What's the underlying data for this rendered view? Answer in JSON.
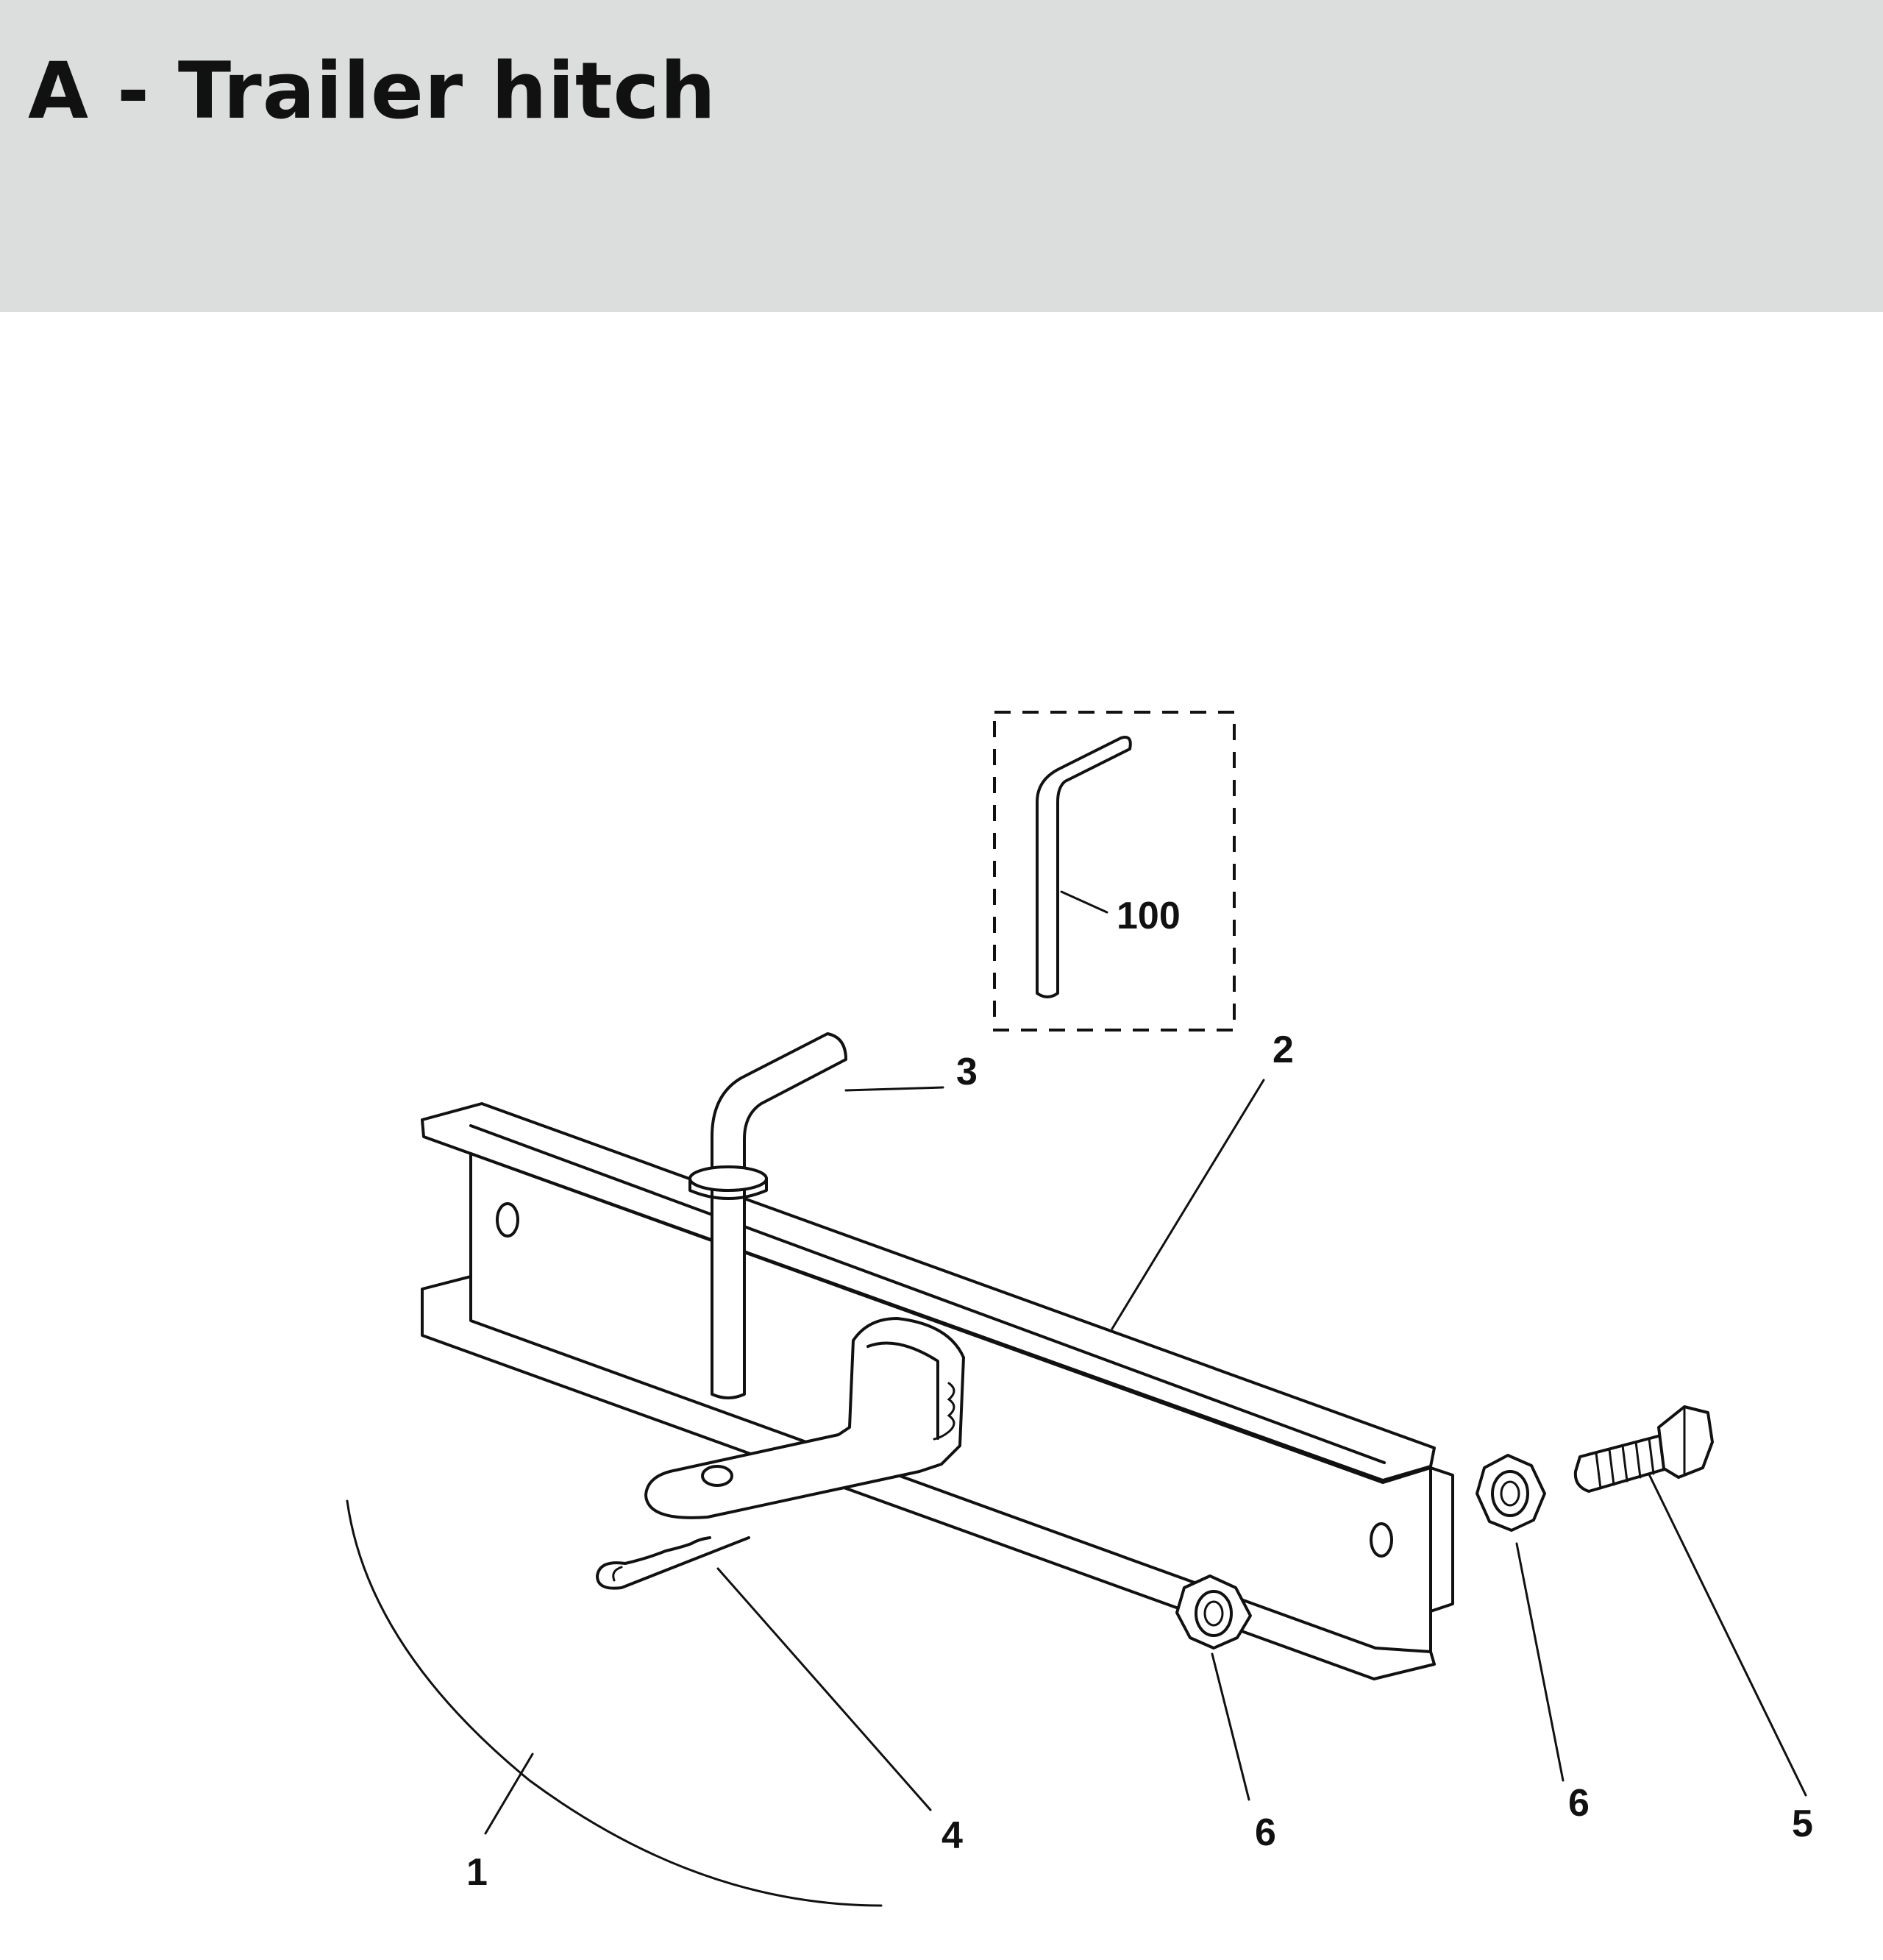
{
  "header": {
    "title": "A - Trailer hitch"
  },
  "diagram": {
    "callouts": [
      {
        "id": "1",
        "label": "1"
      },
      {
        "id": "2",
        "label": "2"
      },
      {
        "id": "3",
        "label": "3"
      },
      {
        "id": "4",
        "label": "4"
      },
      {
        "id": "5",
        "label": "5"
      },
      {
        "id": "6a",
        "label": "6"
      },
      {
        "id": "6b",
        "label": "6"
      },
      {
        "id": "100",
        "label": "100"
      }
    ]
  }
}
